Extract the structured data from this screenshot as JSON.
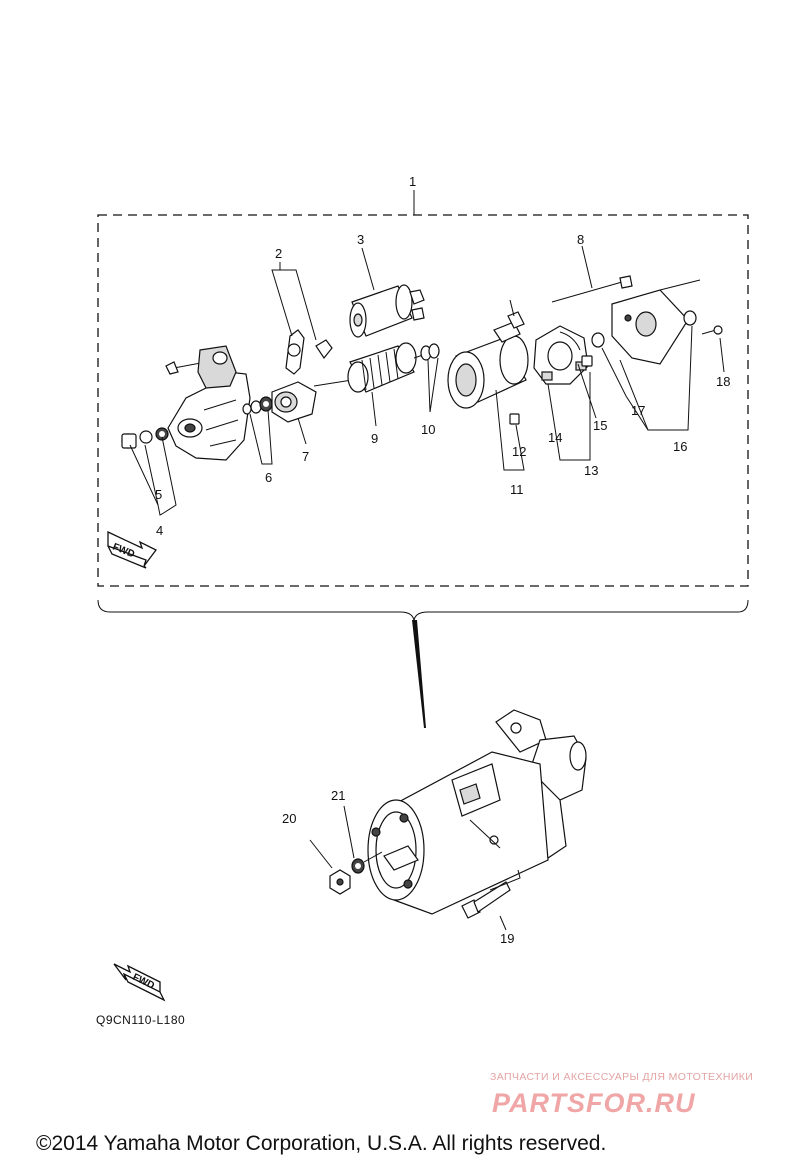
{
  "callouts": [
    {
      "id": "c1",
      "text": "1"
    },
    {
      "id": "c2",
      "text": "2"
    },
    {
      "id": "c3",
      "text": "3"
    },
    {
      "id": "c4",
      "text": "4"
    },
    {
      "id": "c5",
      "text": "5"
    },
    {
      "id": "c6",
      "text": "6"
    },
    {
      "id": "c7",
      "text": "7"
    },
    {
      "id": "c8",
      "text": "8"
    },
    {
      "id": "c9",
      "text": "9"
    },
    {
      "id": "c10",
      "text": "10"
    },
    {
      "id": "c11",
      "text": "11"
    },
    {
      "id": "c12",
      "text": "12"
    },
    {
      "id": "c13",
      "text": "13"
    },
    {
      "id": "c14",
      "text": "14"
    },
    {
      "id": "c15",
      "text": "15"
    },
    {
      "id": "c16",
      "text": "16"
    },
    {
      "id": "c17",
      "text": "17"
    },
    {
      "id": "c18",
      "text": "18"
    },
    {
      "id": "c19",
      "text": "19"
    },
    {
      "id": "c20",
      "text": "20"
    },
    {
      "id": "c21",
      "text": "21"
    }
  ],
  "fwd_upper": "FWD",
  "fwd_lower": "FWD",
  "diagram_code": "Q9CN110-L180",
  "watermark": {
    "tagline": "ЗАПЧАСТИ И АКСЕССУАРЫ ДЛЯ МОТОТЕХНИКИ",
    "brand": "PARTSFOR.RU"
  },
  "copyright": "©2014 Yamaha Motor Corporation, U.S.A. All rights reserved."
}
